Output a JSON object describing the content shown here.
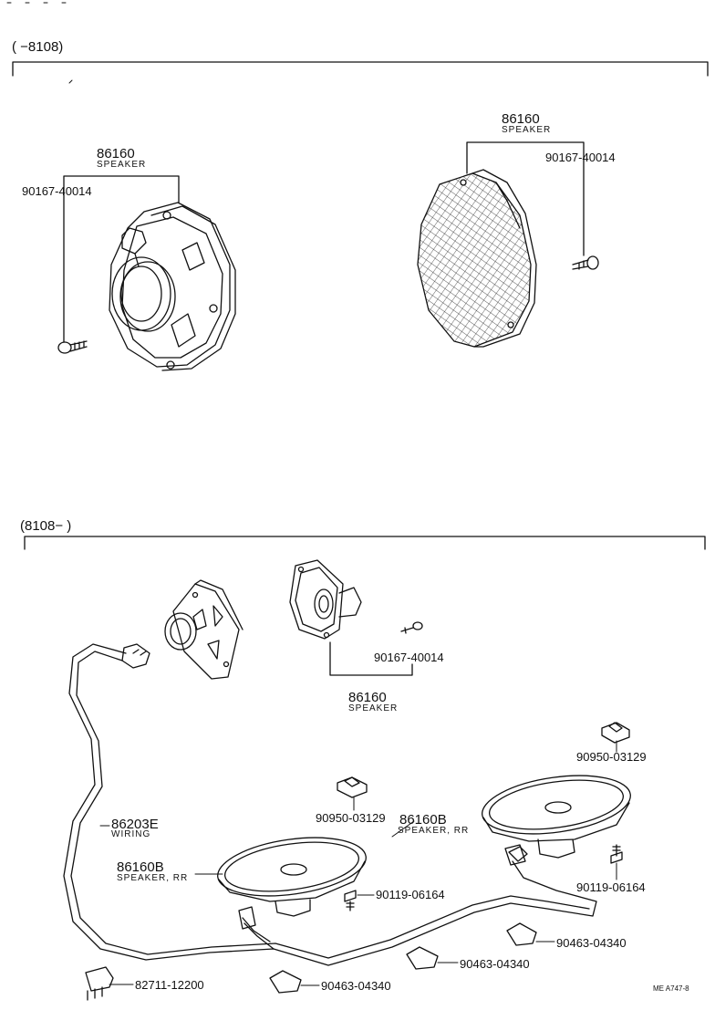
{
  "sections": {
    "top": {
      "range_label": "(      −8108)"
    },
    "bottom": {
      "range_label": "(8108−       )"
    }
  },
  "top_callouts": {
    "left_speaker_no": "86160",
    "left_speaker_name": "SPEAKER",
    "left_screw": "90167-40014",
    "right_speaker_no": "86160",
    "right_speaker_name": "SPEAKER",
    "right_screw": "90167-40014"
  },
  "bottom_callouts": {
    "screw_mid": "90167-40014",
    "speaker_mid_no": "86160",
    "speaker_mid_name": "SPEAKER",
    "nut_right": "90950-03129",
    "nut_mid": "90950-03129",
    "speaker_rr_right_no": "86160B",
    "speaker_rr_right_name": "SPEAKER, RR",
    "wiring_no": "86203E",
    "wiring_name": "WIRING",
    "speaker_rr_left_no": "86160B",
    "speaker_rr_left_name": "SPEAKER, RR",
    "bolt_left": "90119-06164",
    "bolt_right": "90119-06164",
    "clamp_right": "90463-04340",
    "clamp_mid": "90463-04340",
    "clamp_left": "90463-04340",
    "connector": "82711-12200"
  },
  "footer": {
    "ref": "ME  A747-8"
  },
  "colors": {
    "ink": "#111111",
    "paper": "#ffffff"
  }
}
